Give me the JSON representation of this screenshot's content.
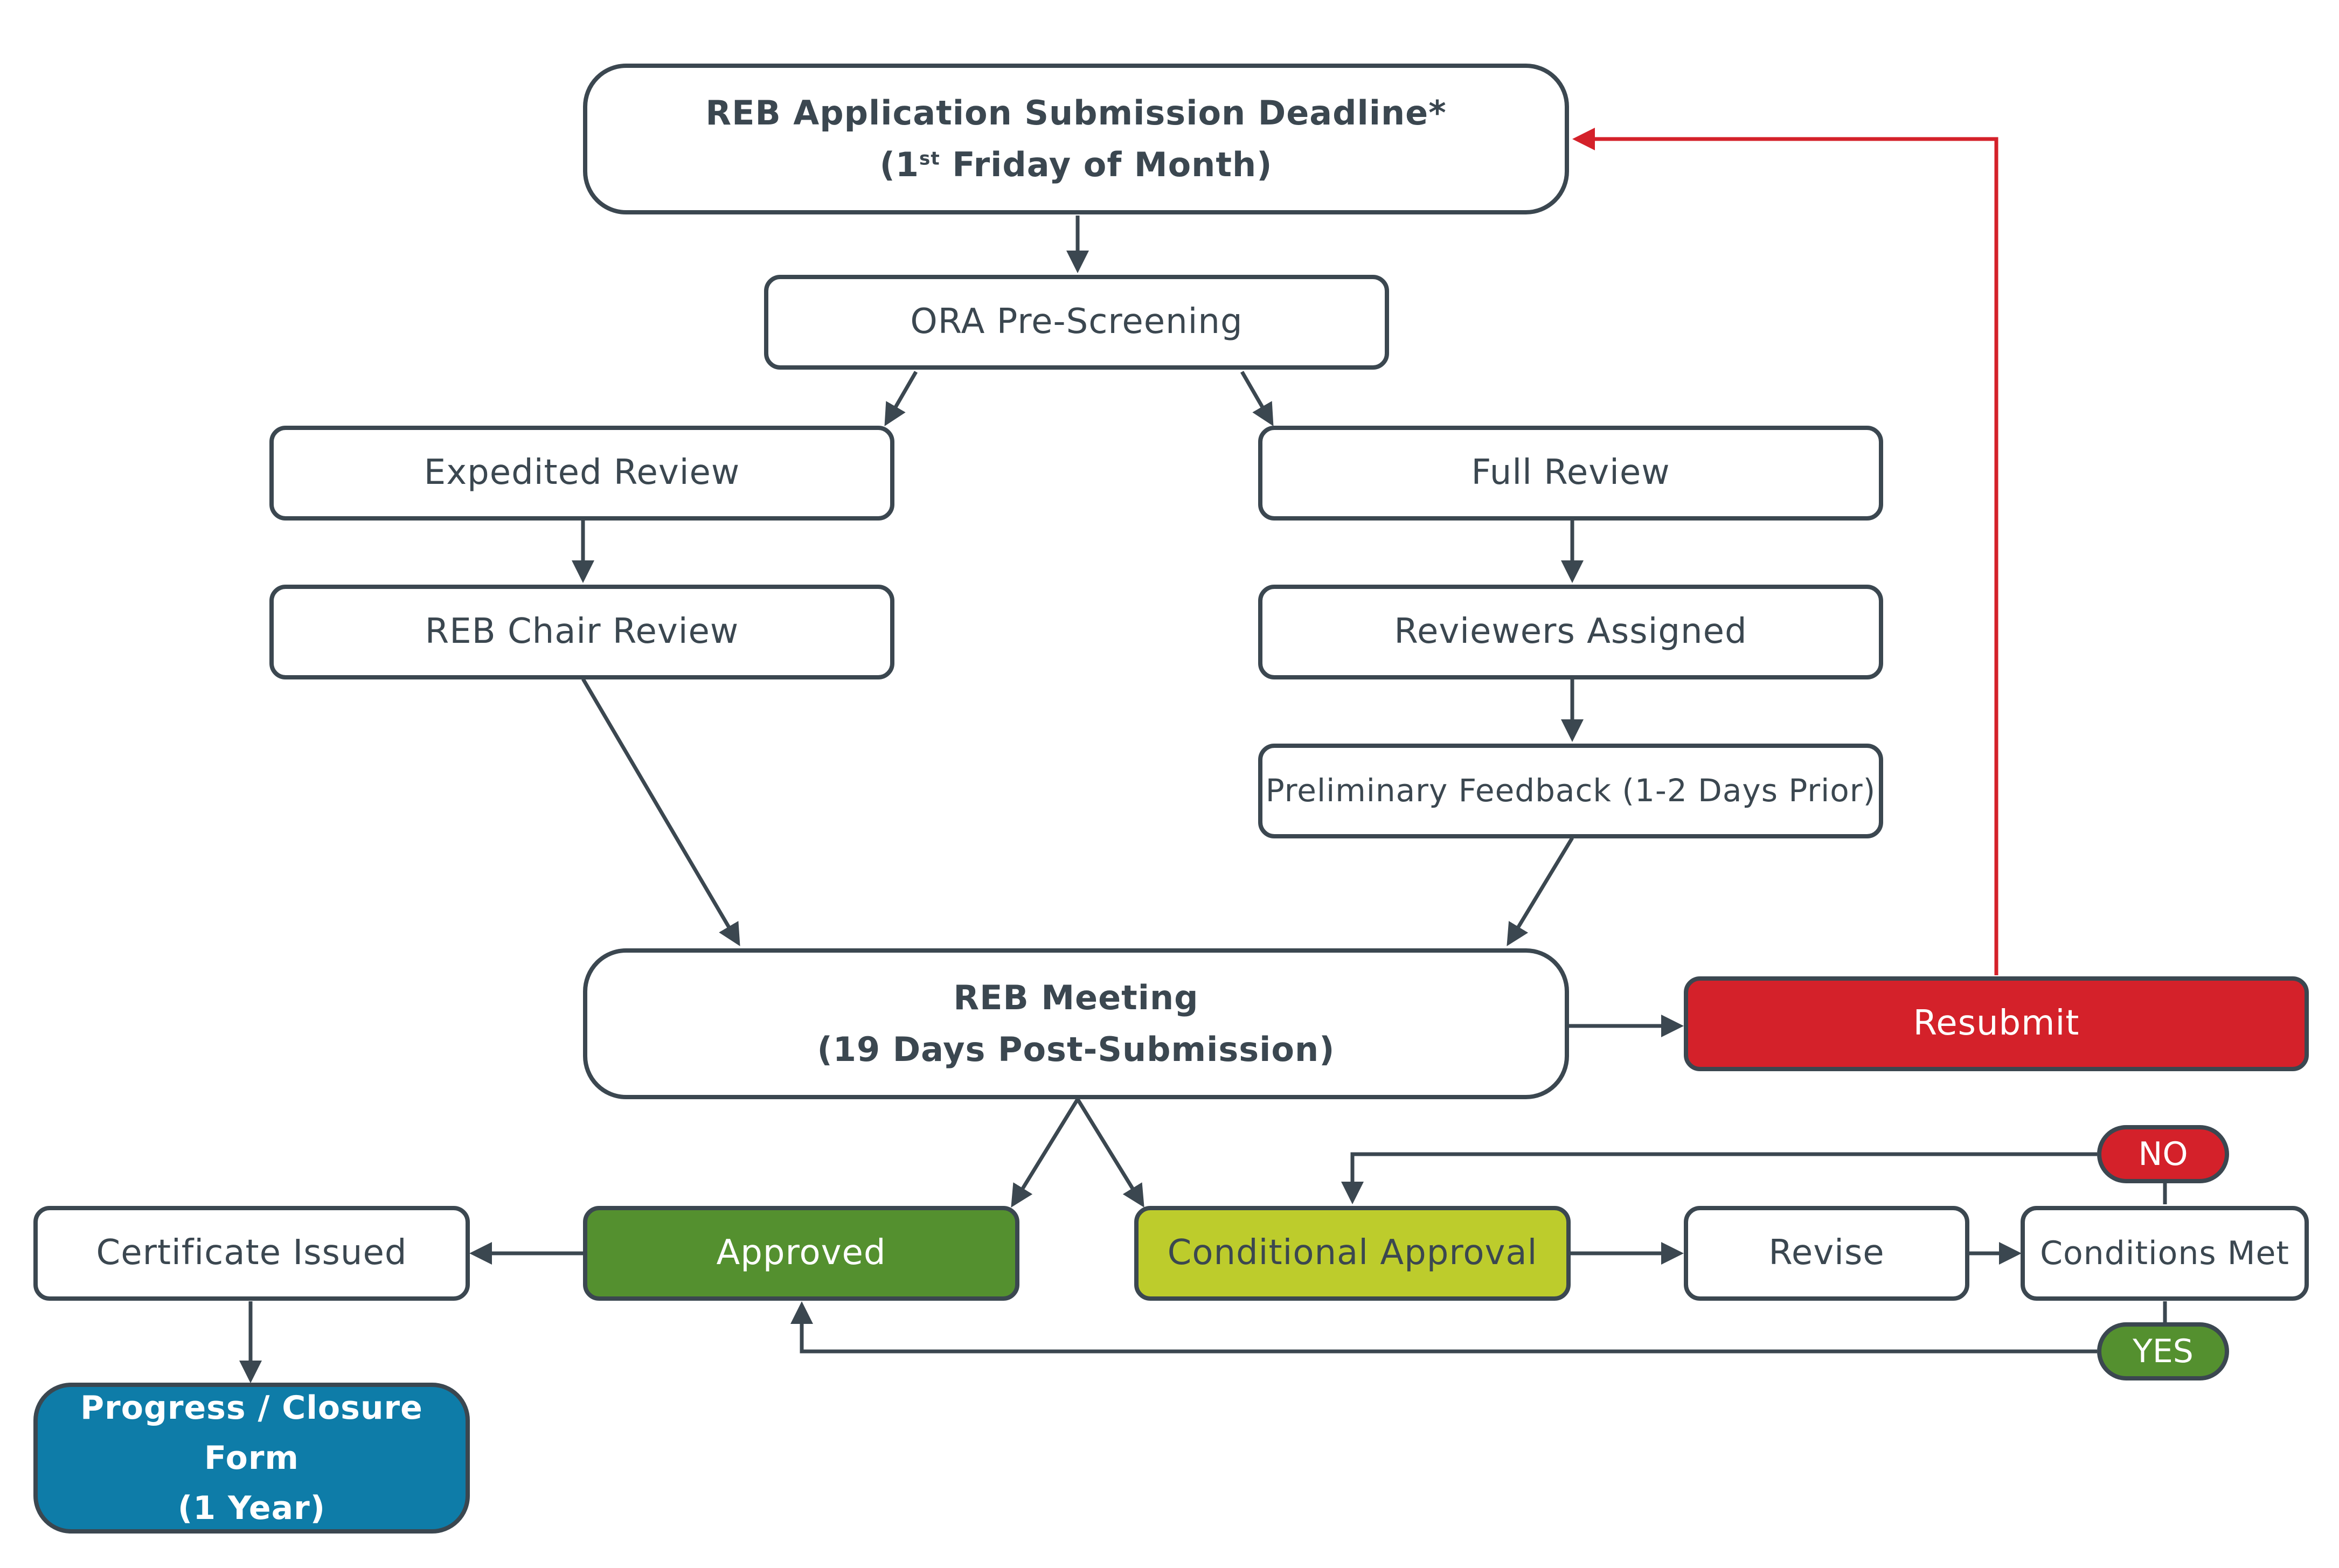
{
  "nodes": {
    "submission_deadline": {
      "line1": "REB Application Submission Deadline*",
      "line2_prefix": "(1",
      "line2_sup": "st",
      "line2_suffix": " Friday of Month)"
    },
    "pre_screening": "ORA Pre-Screening",
    "expedited_review": "Expedited Review",
    "full_review": "Full Review",
    "chair_review": "REB Chair Review",
    "reviewers_assigned": "Reviewers Assigned",
    "preliminary_feedback": "Preliminary Feedback (1-2 Days Prior)",
    "reb_meeting": {
      "line1": "REB Meeting",
      "line2": "(19 Days Post-Submission)"
    },
    "resubmit": "Resubmit",
    "certificate_issued": "Certificate Issued",
    "approved": "Approved",
    "conditional_approval": "Conditional Approval",
    "revise": "Revise",
    "conditions_met": "Conditions Met",
    "progress_form": {
      "line1": "Progress / Closure Form",
      "line2": "(1 Year)"
    }
  },
  "decisions": {
    "no": "NO",
    "yes": "YES"
  },
  "colors": {
    "stroke": "#3b4750",
    "resubmit_red": "#d4212a",
    "approved_green": "#54902f",
    "conditional_lime": "#bdcc2c",
    "closure_blue": "#0e7ca8"
  }
}
